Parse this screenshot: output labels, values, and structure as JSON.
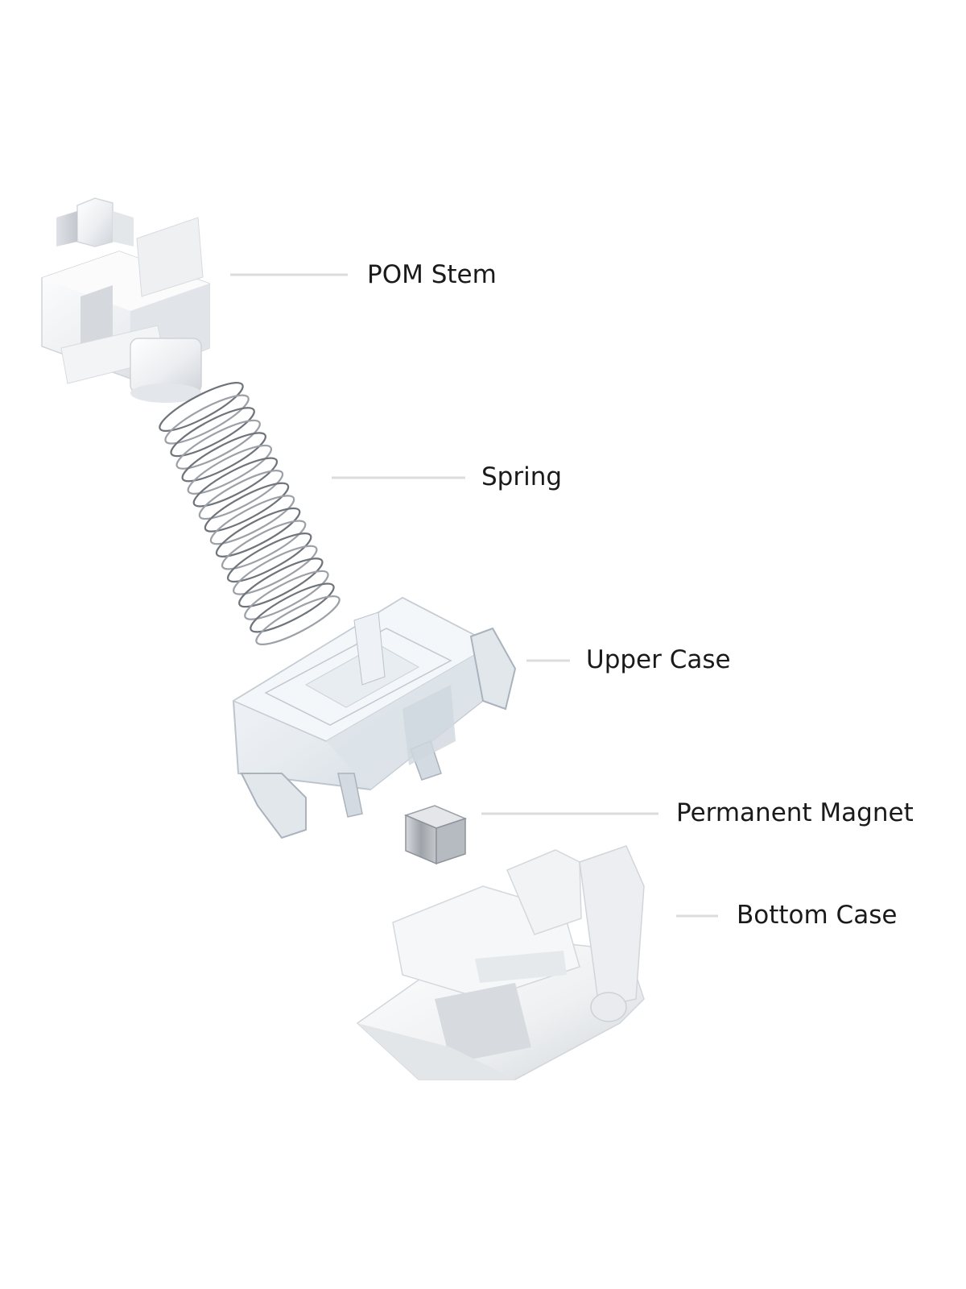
{
  "diagram": {
    "components": [
      {
        "id": "stem",
        "label": "POM Stem"
      },
      {
        "id": "spring",
        "label": "Spring"
      },
      {
        "id": "upper",
        "label": "Upper Case"
      },
      {
        "id": "magnet",
        "label": "Permanent Magnet"
      },
      {
        "id": "bottom",
        "label": "Bottom Case"
      }
    ]
  },
  "colors": {
    "background": "#ffffff",
    "leader_line": "#dcdcdc",
    "label_text": "#1a1a1a",
    "white_plastic": "#f2f3f5",
    "white_plastic_shade": "#d7dade",
    "clear_plastic": "#eef2f6",
    "metal": "#a9adb2"
  }
}
